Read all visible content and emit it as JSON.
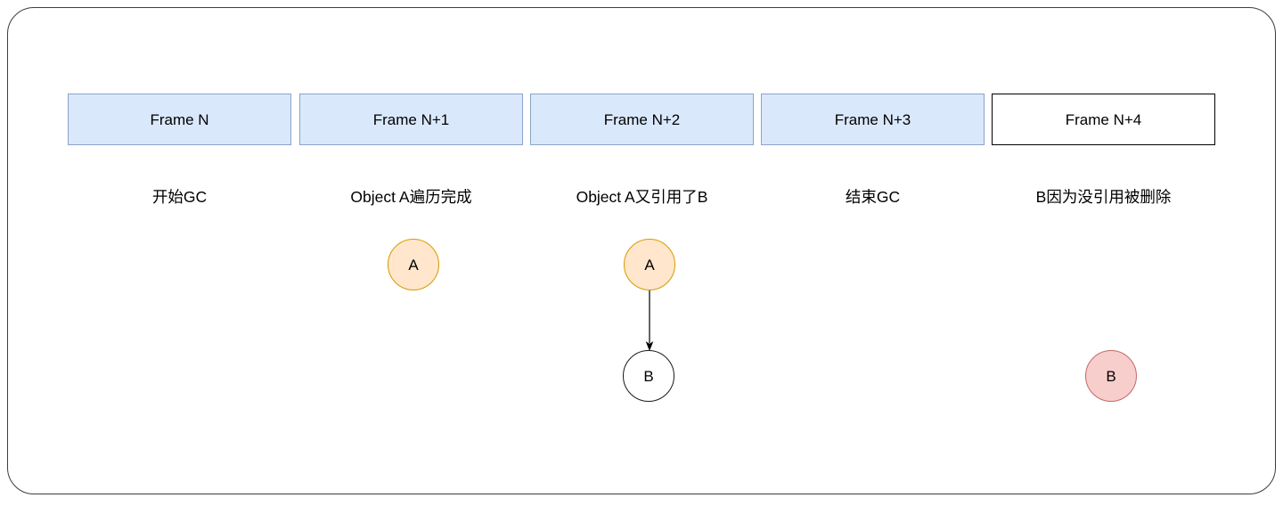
{
  "colors": {
    "canvas-border": "#3d3d3d",
    "frame-blue-fill": "#dae8fc",
    "frame-blue-stroke": "#8ca3c7",
    "frame-white-fill": "#ffffff",
    "frame-white-stroke": "#000000",
    "node-orange-fill": "#ffe6cc",
    "node-orange-stroke": "#d79b00",
    "node-white-fill": "#ffffff",
    "node-white-stroke": "#1a1a1a",
    "node-red-fill": "#f8cecc",
    "node-red-stroke": "#c26866",
    "arrow": "#000000",
    "text": "#000000"
  },
  "frames": [
    {
      "label": "Frame N",
      "caption": "开始GC",
      "variant": "blue"
    },
    {
      "label": "Frame N+1",
      "caption": "Object A遍历完成",
      "variant": "blue"
    },
    {
      "label": "Frame N+2",
      "caption": "Object A又引用了B",
      "variant": "blue"
    },
    {
      "label": "Frame N+3",
      "caption": "结束GC",
      "variant": "blue"
    },
    {
      "label": "Frame N+4",
      "caption": "B因为没引用被删除",
      "variant": "white"
    }
  ],
  "nodes": {
    "a_under_frame_n1": {
      "label": "A",
      "variant": "orange"
    },
    "a_under_frame_n2": {
      "label": "A",
      "variant": "orange"
    },
    "b_under_frame_n2": {
      "label": "B",
      "variant": "white"
    },
    "b_under_frame_n4": {
      "label": "B",
      "variant": "red"
    }
  },
  "edges": [
    {
      "from": "a_under_frame_n2",
      "to": "b_under_frame_n2",
      "direction": "down"
    }
  ]
}
